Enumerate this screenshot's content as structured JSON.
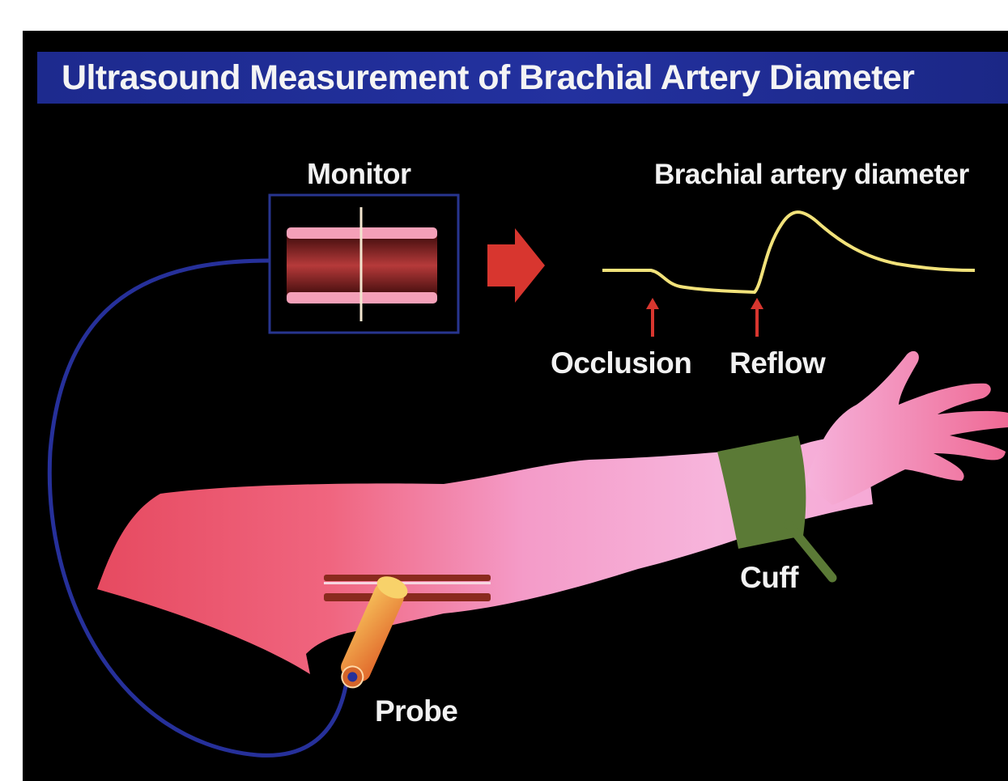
{
  "title": "Ultrasound Measurement of Brachial Artery Diameter",
  "labels": {
    "monitor": "Monitor",
    "graph_title": "Brachial artery diameter",
    "occlusion": "Occlusion",
    "reflow": "Reflow",
    "cuff": "Cuff",
    "probe": "Probe"
  },
  "colors": {
    "background": "#000000",
    "title_bar": "#22309c",
    "trace": "#f2e27a",
    "arrow": "#d8362f",
    "arm": "#f07aa8",
    "cuff": "#5b7a36",
    "cable": "#26309a",
    "probe": "#ee8a2a"
  }
}
